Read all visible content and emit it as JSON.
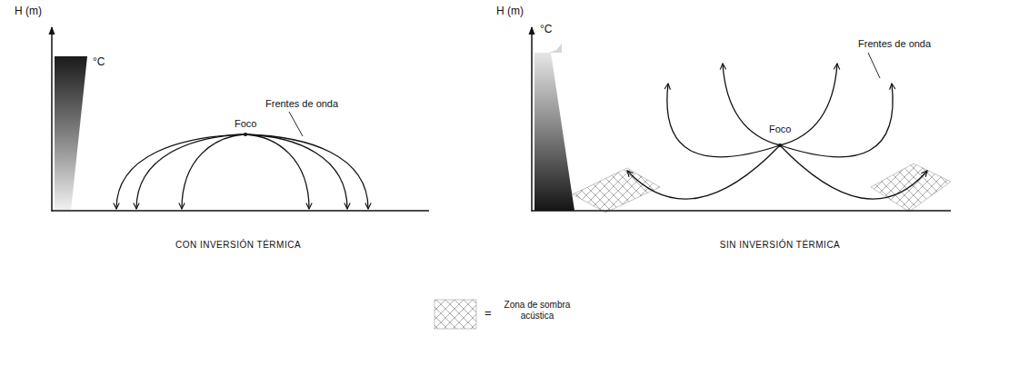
{
  "diagram": {
    "labels": [
      "H (m)",
      "°C",
      "Foco",
      "Frentes de onda",
      "CON INVERSIÓN TÉRMICA",
      "H (m)",
      "°C",
      "Foco",
      "Frentes de onda",
      "SIN INVERSIÓN TÉRMICA",
      "="
    ],
    "legend": [
      {
        "text": "Zona de sombra acústica"
      }
    ]
  }
}
